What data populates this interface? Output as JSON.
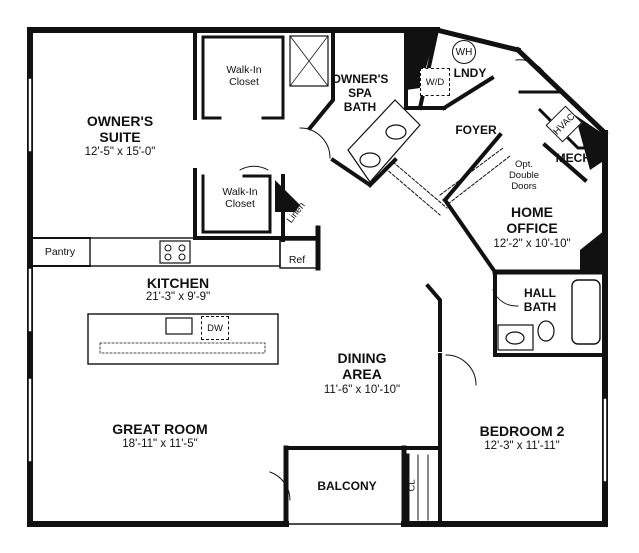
{
  "rooms": {
    "owners_suite": {
      "name_line1": "OWNER'S",
      "name_line2": "SUITE",
      "dims": "12'-5\" x 15'-0\""
    },
    "walk_in_closet_1": {
      "line1": "Walk-In",
      "line2": "Closet"
    },
    "walk_in_closet_2": {
      "line1": "Walk-In",
      "line2": "Closet"
    },
    "owners_spa_bath": {
      "line1": "OWNER'S",
      "line2": "SPA",
      "line3": "BATH"
    },
    "laundry": {
      "name": "LNDY",
      "wh": "WH",
      "wd": "W/D"
    },
    "foyer": {
      "name": "FOYER"
    },
    "hvac": {
      "name": "HVAC"
    },
    "mech": {
      "name": "MECH."
    },
    "opt_doors": {
      "line1": "Opt.",
      "line2": "Double",
      "line3": "Doors"
    },
    "home_office": {
      "name_line1": "HOME",
      "name_line2": "OFFICE",
      "dims": "12'-2\" x 10'-10\""
    },
    "linen": {
      "name": "Linen"
    },
    "pantry": {
      "name": "Pantry"
    },
    "ref": {
      "name": "Ref"
    },
    "kitchen": {
      "name": "KITCHEN",
      "dims": "21'-3\" x 9'-9\""
    },
    "dw": {
      "name": "DW"
    },
    "hall_bath": {
      "line1": "HALL",
      "line2": "BATH"
    },
    "dining_area": {
      "name_line1": "DINING",
      "name_line2": "AREA",
      "dims": "11'-6\" x 10'-10\""
    },
    "great_room": {
      "name": "GREAT ROOM",
      "dims": "18'-11\" x 11'-5\""
    },
    "bedroom_2": {
      "name": "BEDROOM 2",
      "dims": "12'-3\" x 11'-11\""
    },
    "balcony": {
      "name": "BALCONY"
    },
    "closet": {
      "name": "CL"
    }
  },
  "colors": {
    "wall": "#111111",
    "background": "#ffffff"
  }
}
